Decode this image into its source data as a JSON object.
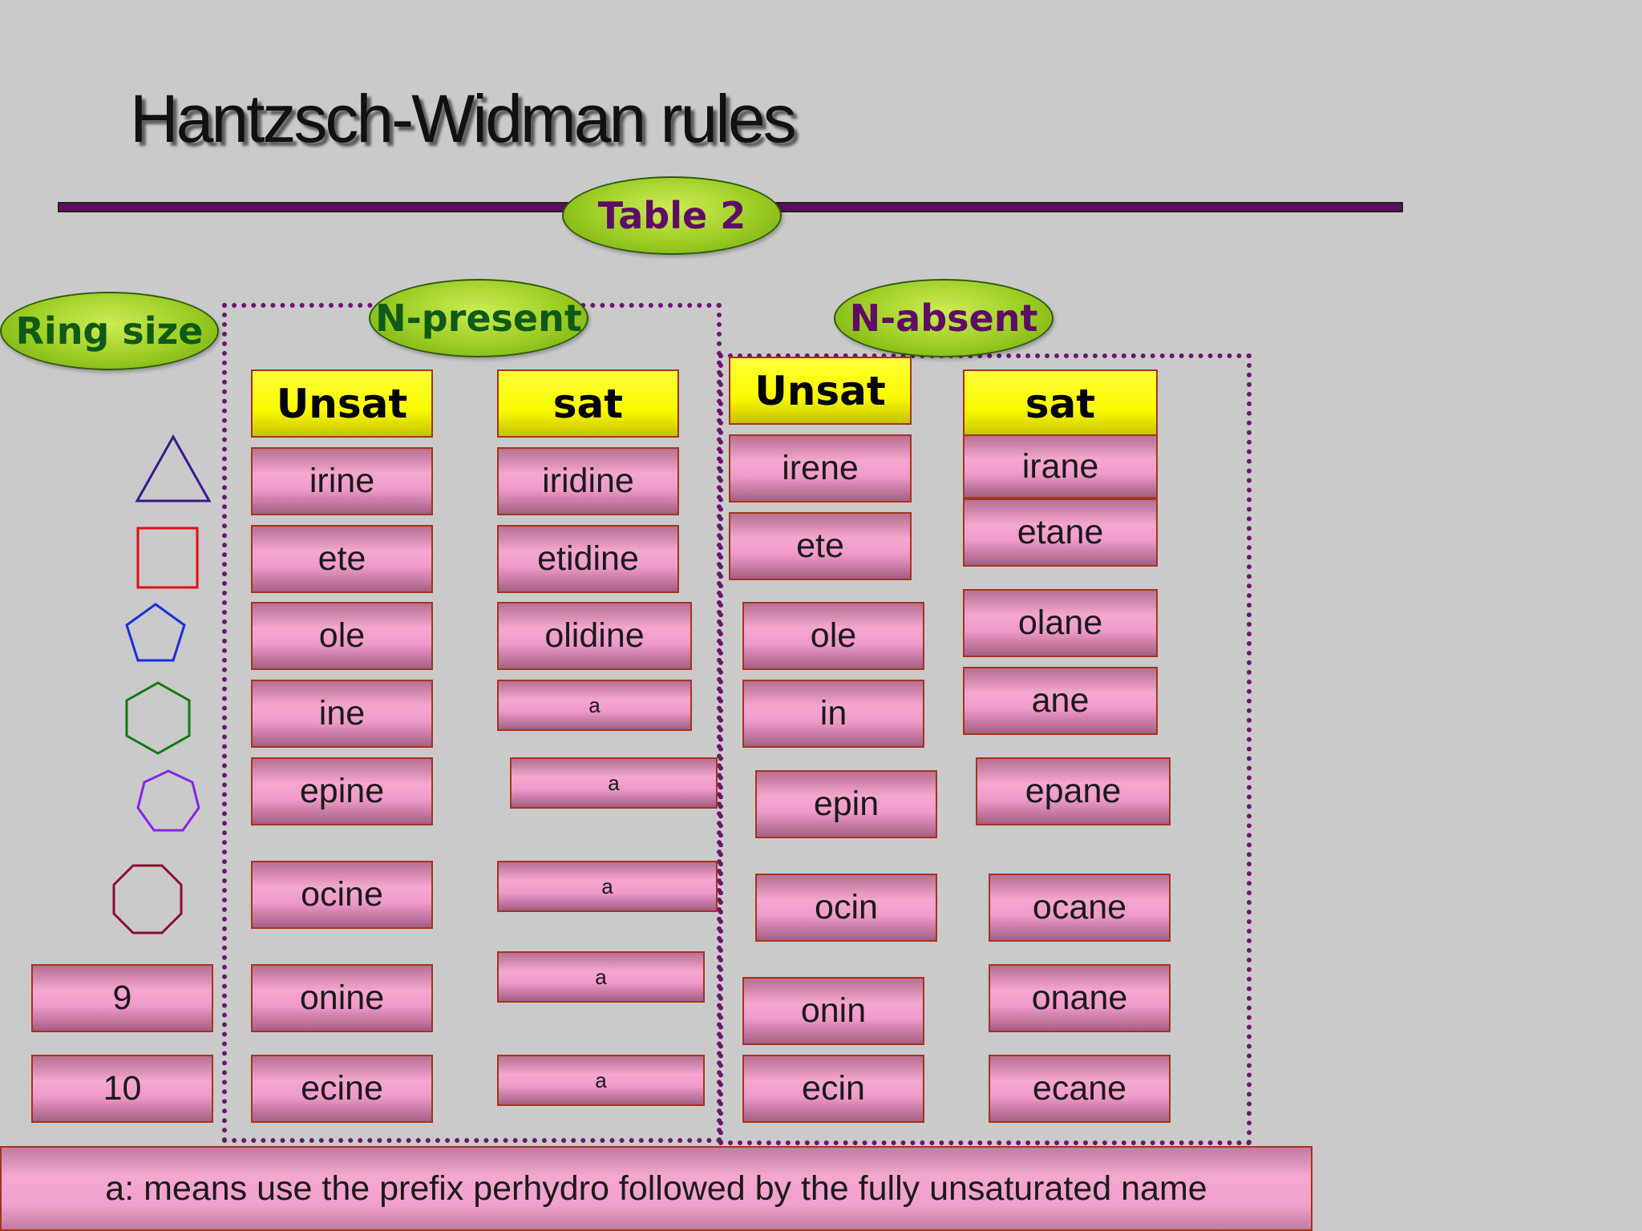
{
  "title": "Hantzsch-Widman rules",
  "table_label": "Table 2",
  "ring_size_label": "Ring size",
  "n_present_label": "N-present",
  "n_absent_label": "N-absent",
  "headers": {
    "np_unsat": "Unsat",
    "np_sat": "sat",
    "na_unsat": "Unsat",
    "na_sat": "sat"
  },
  "ring_sizes": {
    "r3": "triangle-icon",
    "r4": "square-icon",
    "r5": "pentagon-icon",
    "r6": "hexagon-icon",
    "r7": "heptagon-icon",
    "r8": "octagon-icon",
    "r9": "9",
    "r10": "10"
  },
  "colors": {
    "triangle": "#3a1a8a",
    "square": "#e01010",
    "pentagon": "#1a2ee0",
    "hexagon": "#127a12",
    "heptagon": "#8a22e6",
    "octagon": "#8a1030"
  },
  "np_unsat": [
    "irine",
    "ete",
    "ole",
    "ine",
    "epine",
    "ocine",
    "onine",
    "ecine"
  ],
  "np_sat": [
    "iridine",
    "etidine",
    "olidine",
    "a",
    "a",
    "a",
    "a",
    "a"
  ],
  "na_unsat": [
    "irene",
    "ete",
    "ole",
    "in",
    "epin",
    "ocin",
    "onin",
    "ecin"
  ],
  "na_sat": [
    "irane",
    "etane",
    "olane",
    "ane",
    "epane",
    "ocane",
    "onane",
    "ecane"
  ],
  "footnote": "a: means use the prefix perhydro followed by the fully unsaturated name"
}
